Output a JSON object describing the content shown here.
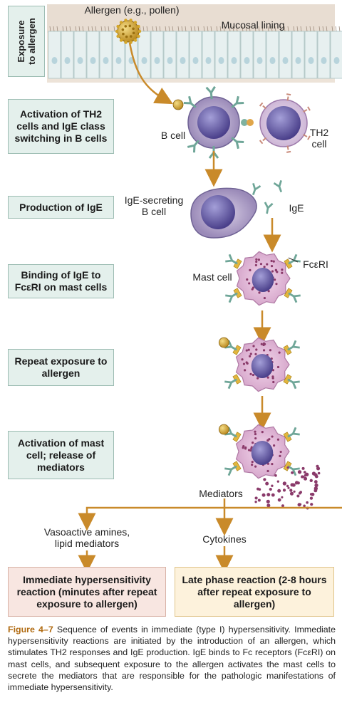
{
  "labels": {
    "allergen": "Allergen (e.g., pollen)",
    "mucosal_lining": "Mucosal lining",
    "exposure_line1": "Exposure",
    "exposure_line2": "to allergen",
    "b_cell": "B cell",
    "th2_cell_line1": "TH2",
    "th2_cell_line2": "cell",
    "ige_secreting_line1": "IgE-secreting",
    "ige_secreting_line2": "B cell",
    "ige": "IgE",
    "fceri": "FcεRI",
    "mast_cell": "Mast cell",
    "mediators": "Mediators",
    "vasoactive_line1": "Vasoactive amines,",
    "vasoactive_line2": "lipid mediators",
    "cytokines": "Cytokines"
  },
  "steps": {
    "activation_th2": "Activation of TH2 cells and IgE class switching in B cells",
    "production_ige": "Production of IgE",
    "binding_ige": "Binding of IgE to FcεRI on mast cells",
    "repeat_exposure": "Repeat exposure to allergen",
    "activation_mast": "Activation of mast cell; release of mediators"
  },
  "outcomes": {
    "immediate": "Immediate hypersensitivity reaction (minutes after repeat exposure to allergen)",
    "late_phase": "Late phase reaction (2-8 hours after repeat exposure to allergen)"
  },
  "caption": {
    "figure_label": "Figure 4–7",
    "text": "Sequence of events in immediate (type I) hypersensitivity. Immediate hypersensitivity reactions are initiated by the introduction of an allergen, which stimulates TH2 responses and IgE production. IgE binds to Fc receptors (FcεRI) on mast cells, and subsequent exposure to the allergen activates the mast cells to secrete the mediators that are responsible for the pathologic manifestations of immediate hypersensitivity."
  },
  "colors": {
    "step_box_fill": "#e4f0ec",
    "arrow": "#c98a2a",
    "immediate_box_fill": "#f8e6e1",
    "late_box_fill": "#fdf2dc",
    "figure_label": "#b06a10"
  }
}
